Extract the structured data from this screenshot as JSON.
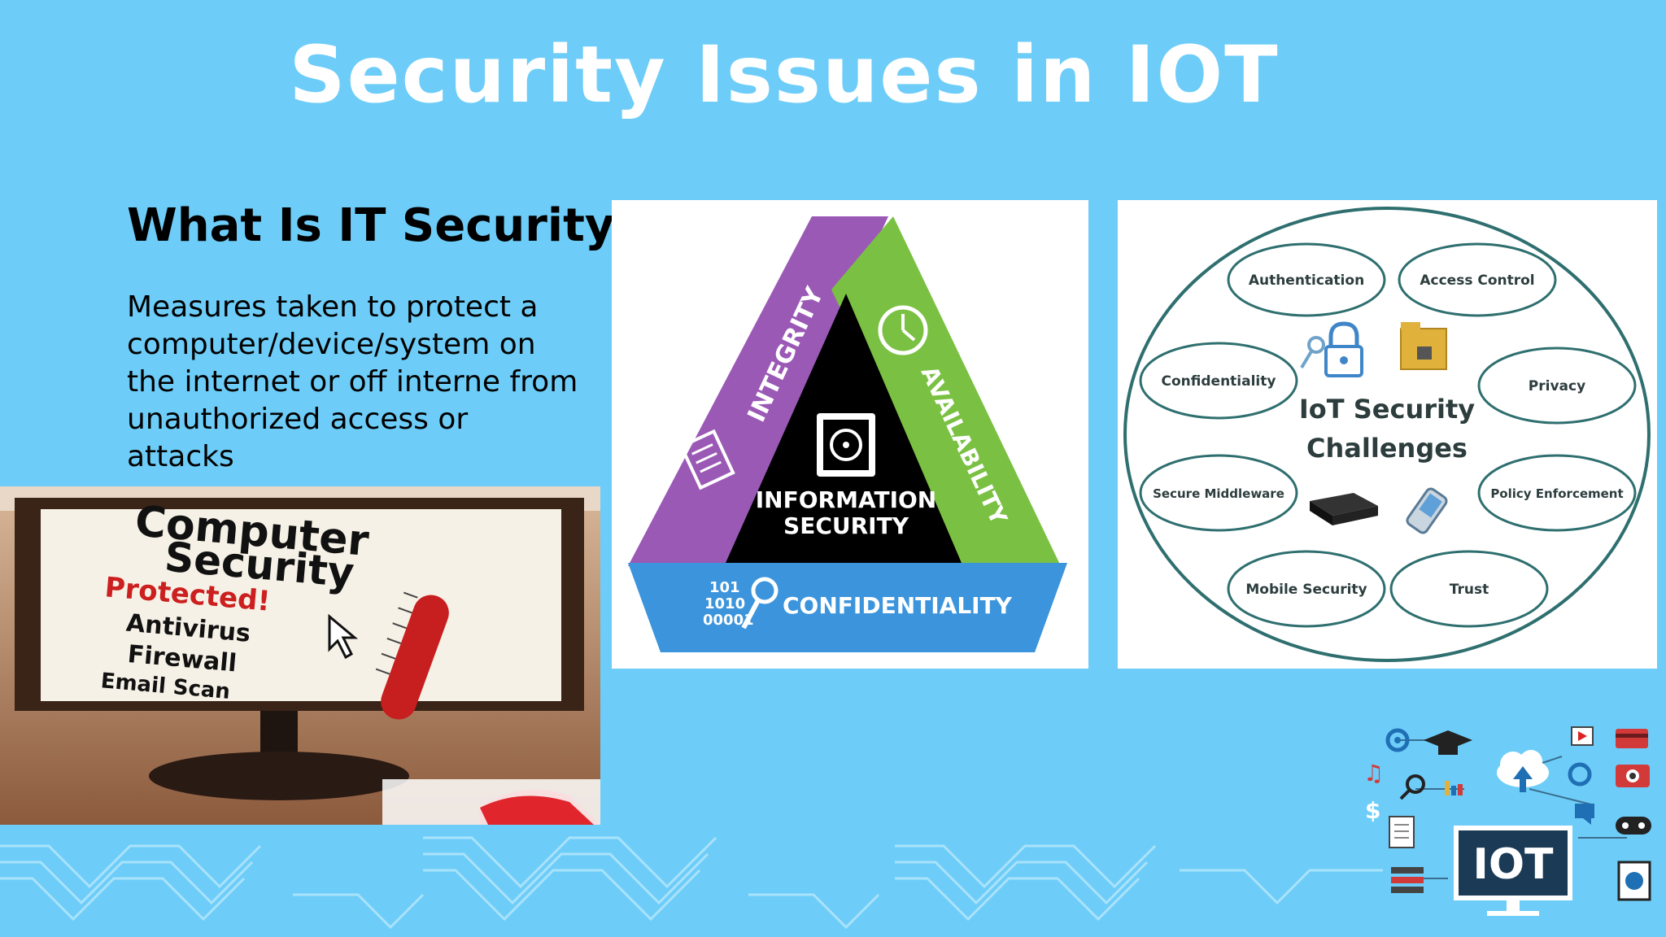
{
  "slide": {
    "title": "Security Issues in IOT",
    "subtitle": "What Is IT Security ?",
    "body": "Measures taken to protect a computer/device/system  on the internet or off interne from unauthorized access or attacks"
  },
  "triangle": {
    "left_side": "INTEGRITY",
    "right_side": "AVAILABILITY",
    "bottom_side": "CONFIDENTIALITY",
    "center_line1": "INFORMATION",
    "center_line2": "SECURITY",
    "binary_line1": "101",
    "binary_line2": "1010",
    "binary_line3": "00001",
    "colors": {
      "left": "#9b59b6",
      "right": "#7ac143",
      "bottom": "#3b94dc",
      "center": "#000000"
    }
  },
  "challenges": {
    "center_line1": "IoT Security",
    "center_line2": "Challenges",
    "items": [
      "Authentication",
      "Access Control",
      "Confidentiality",
      "Privacy",
      "Secure Middleware",
      "Policy Enforcement",
      "Mobile Security",
      "Trust"
    ]
  },
  "photo": {
    "line1": "Computer",
    "line2": "Security",
    "line3": "Protected!",
    "line4": "Antivirus",
    "line5": "Firewall",
    "line6": "Email Scan"
  },
  "iot_badge": {
    "label": "IOT"
  },
  "icons": [
    "gear-icon",
    "graduation-cap-icon",
    "cloud-upload-icon",
    "play-icon",
    "credit-card-icon",
    "camera-icon",
    "music-icon",
    "search-icon",
    "bar-chart-icon",
    "dollar-icon",
    "document-icon",
    "chat-icon",
    "gamepad-icon",
    "database-icon",
    "globe-icon",
    "monitor-icon"
  ],
  "colors": {
    "background": "#6dcdf8",
    "title": "#ffffff",
    "text": "#000000"
  }
}
